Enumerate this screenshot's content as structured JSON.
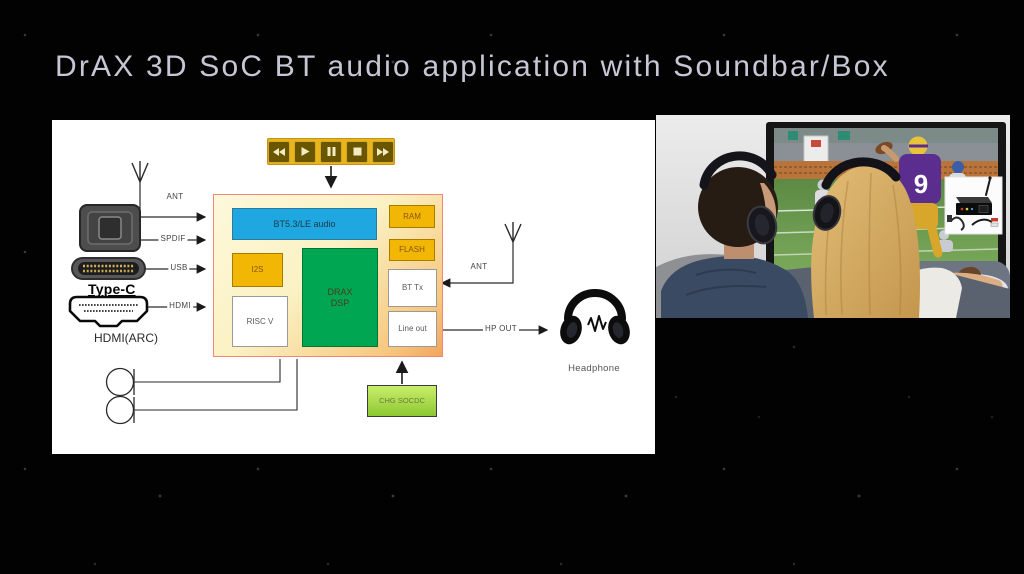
{
  "slide": {
    "title": "DrAX 3D SoC BT audio application with Soundbar/Box"
  },
  "diagram": {
    "player_bar": {
      "buttons": [
        {
          "name": "rewind"
        },
        {
          "name": "play"
        },
        {
          "name": "pause"
        },
        {
          "name": "stop"
        },
        {
          "name": "fast-forward"
        }
      ]
    },
    "soc_block": {
      "bt_audio": "BT5.3/LE audio",
      "ram": "RAM",
      "flash": "FLASH",
      "i2s": "I2S",
      "dsp_line1": "DRAX",
      "dsp_line2": "DSP",
      "riscv": "RISC V",
      "bt_tx": "BT Tx",
      "line_out": "Line out"
    },
    "power_box": "CHG SOCDC",
    "io_labels": {
      "ant_left": "ANT",
      "spdif": "SPDIF",
      "usb": "USB",
      "type_c": "Type-C",
      "hdmi": "HDMI",
      "hdmi_arc": "HDMI(ARC)",
      "ant_right": "ANT",
      "hp_out": "HP OUT",
      "headphone": "Headphone"
    }
  },
  "photo": {
    "tv_jersey_number": "9"
  },
  "colors": {
    "title_text": "#c6c6d4",
    "soc_border": "#ef8878",
    "soc_bg_from": "#fcf8da",
    "soc_bg_to": "#f2a55c",
    "blue_box": "#1ea7e0",
    "orange_box": "#f2b705",
    "green_box": "#00a651",
    "chg_green_from": "#c9ee6b",
    "chg_green_to": "#8cc832",
    "media_bar_bg": "#e8b51e",
    "media_button_bg": "#6b5600"
  }
}
